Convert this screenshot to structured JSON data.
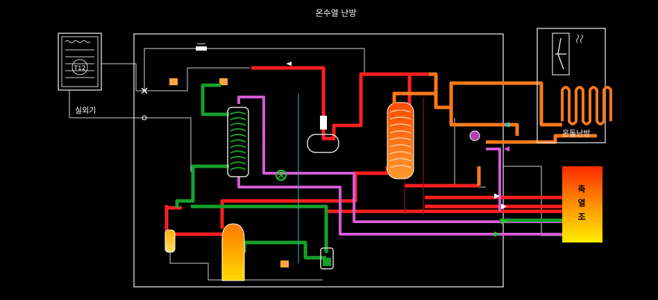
{
  "diagram": {
    "title": "온수열 난방",
    "outdoor_unit_label": "실외기",
    "outdoor_unit_tag": "T12",
    "floor_heating_label": "온돌난방",
    "storage_tank_chars": [
      "축",
      "열",
      "조"
    ]
  },
  "colors": {
    "hot_line": "#ff2020",
    "low_pressure_line": "#17a02c",
    "suction_line": "#d65ad6",
    "heating_water_line": "#ff7a1a",
    "frame": "#e8e8e8"
  }
}
